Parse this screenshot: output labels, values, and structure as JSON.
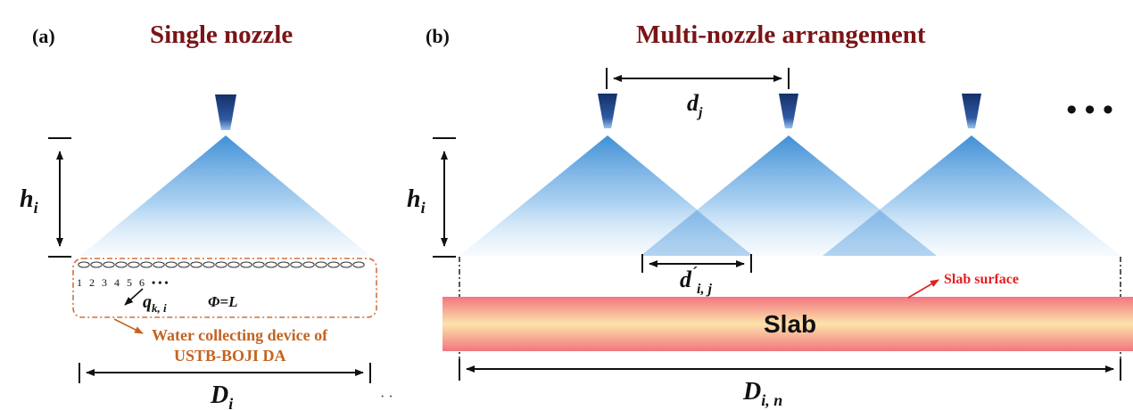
{
  "panel_a": {
    "label": "(a)",
    "title": "Single nozzle",
    "height_symbol": "h",
    "height_sub": "i",
    "tube_numbers": [
      "1",
      "2",
      "3",
      "4",
      "5",
      "6"
    ],
    "tube_ellipsis": "• • •",
    "flow_symbol": "q",
    "flow_sub": "k, i",
    "phi_label": "Φ=L",
    "device_label_line1": "Water collecting device of",
    "device_label_line2": "USTB-BOJI DA",
    "width_symbol": "D",
    "width_sub": "i",
    "stray_dots": "· ·"
  },
  "panel_b": {
    "label": "(b)",
    "title": "Multi-nozzle arrangement",
    "spacing_symbol": "d",
    "spacing_sub": "j",
    "height_symbol": "h",
    "height_sub": "i",
    "overlap_symbol": "d",
    "overlap_prime": "´",
    "overlap_sub": "i, j",
    "slab_surface_label": "Slab surface",
    "slab_label": "Slab",
    "width_symbol": "D",
    "width_sub": "i, n",
    "more_nozzles": "• • •"
  },
  "colors": {
    "title": "#7a1416",
    "nozzle": "#1f3d75",
    "spray": "#3f8fd6",
    "device_frame": "#d0703a",
    "annotation_red": "#e02020",
    "slab_edge": "#f07e84",
    "slab_core": "#fde0a6"
  }
}
